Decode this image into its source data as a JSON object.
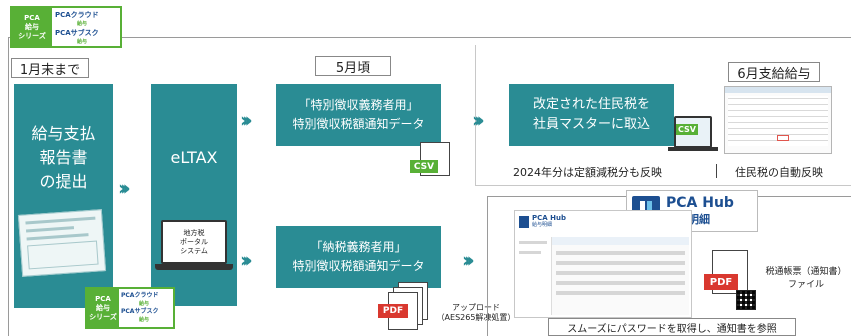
{
  "pca_badge_top": {
    "line1": "PCA",
    "line2": "給与",
    "line3": "シリーズ",
    "cloud": "PCAクラウド",
    "cloud_sub": "給与",
    "subs": "PCAサブスク",
    "subs_sub": "給与"
  },
  "pca_badge_bottom": {
    "line1": "PCA",
    "line2": "給与",
    "line3": "シリーズ",
    "cloud": "PCAクラウド",
    "cloud_sub": "給与",
    "subs": "PCAサブスク",
    "subs_sub": "給与"
  },
  "label_jan": "1月末まで",
  "label_may": "5月頃",
  "label_june": "6月支給給与",
  "step_submit": {
    "line1": "給与支払",
    "line2": "報告書",
    "line3": "の提出"
  },
  "step_eltax": "eLTAX",
  "portal": {
    "line1": "地方税",
    "line2": "ポータル",
    "line3": "システム"
  },
  "step_special": {
    "line1": "「特別徴収義務者用」",
    "line2": "特別徴収税額通知データ"
  },
  "step_taxpayer": {
    "line1": "「納税義務者用」",
    "line2": "特別徴収税額通知データ"
  },
  "step_import": {
    "line1": "改定された住民税を",
    "line2": "社員マスターに取込"
  },
  "note_2024": "2024年分は定額減税分も反映",
  "note_auto": "住民税の自動反映",
  "csv_label": "CSV",
  "pdf_label": "PDF",
  "upload": {
    "line1": "アップロード",
    "line2": "（AES265解凍処置）"
  },
  "hub": {
    "name": "PCA Hub",
    "sub": "給与明細"
  },
  "hub_screen": {
    "name": "PCA Hub",
    "sub": "給与明細"
  },
  "notice": {
    "line1": "税通帳票（通知書）",
    "line2": "ファイル"
  },
  "bottom_caption": "スムーズにパスワードを取得し、通知書を参照",
  "icons": [
    "chevron-right-icon",
    "csv-file-icon",
    "pdf-file-icon",
    "laptop-icon",
    "qr-code-icon",
    "hub-logo-icon"
  ],
  "colors": {
    "teal": "#2a8c94",
    "green": "#58b036",
    "pdf_red": "#d9382f",
    "navy": "#1d4f91"
  }
}
